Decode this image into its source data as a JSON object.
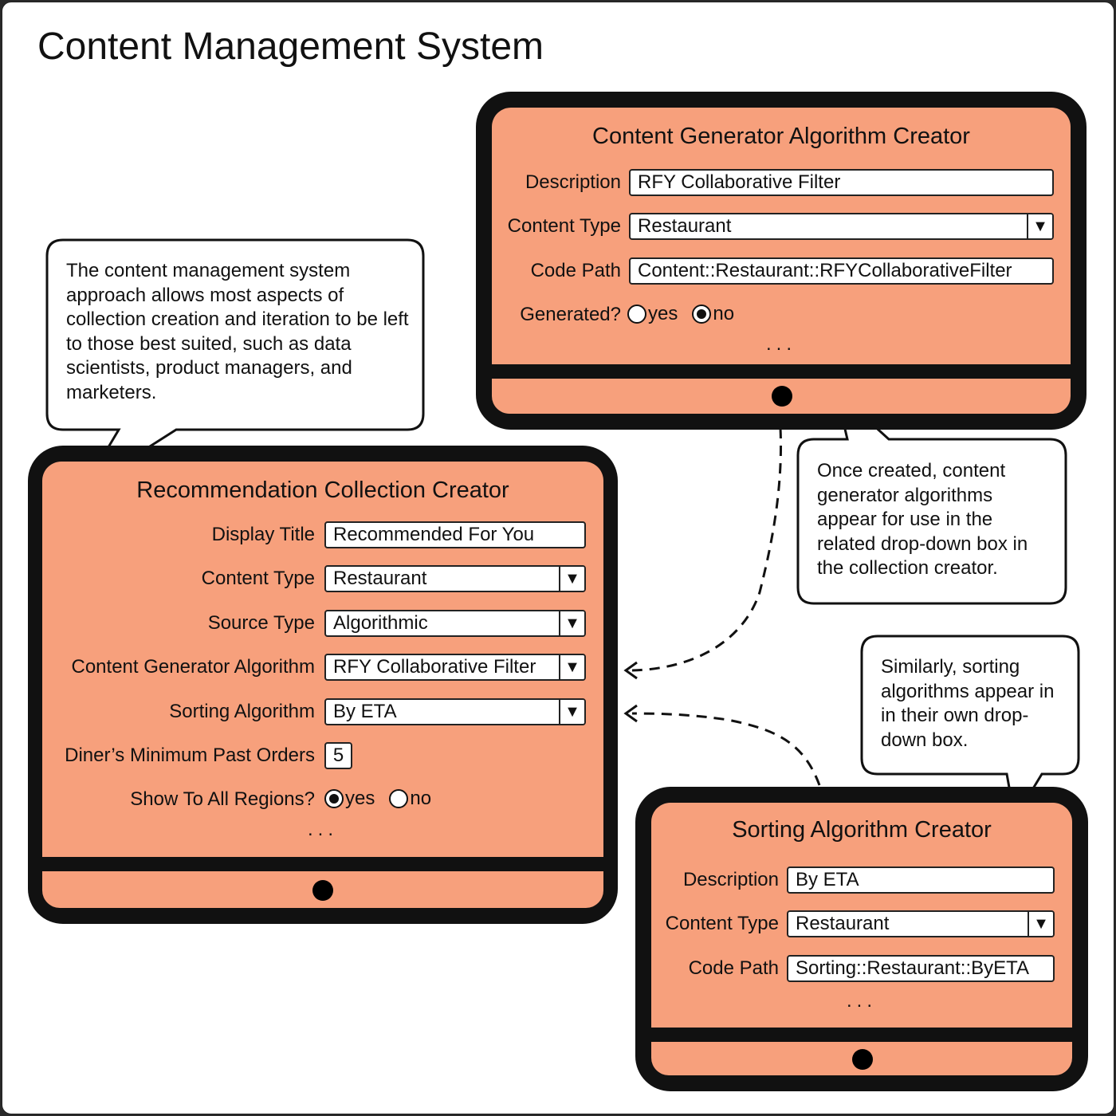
{
  "page": {
    "title": "Content Management System"
  },
  "generator_panel": {
    "title": "Content Generator Algorithm Creator",
    "description_label": "Description",
    "description_value": "RFY Collaborative Filter",
    "content_type_label": "Content Type",
    "content_type_value": "Restaurant",
    "code_path_label": "Code Path",
    "code_path_value": "Content::Restaurant::RFYCollaborativeFilter",
    "generated_label": "Generated?",
    "generated_options": [
      "yes",
      "no"
    ],
    "generated_selected": "no",
    "ellipsis": "..."
  },
  "collection_panel": {
    "title": "Recommendation Collection Creator",
    "display_title_label": "Display Title",
    "display_title_value": "Recommended For You",
    "content_type_label": "Content Type",
    "content_type_value": "Restaurant",
    "source_type_label": "Source Type",
    "source_type_value": "Algorithmic",
    "generator_label": "Content Generator Algorithm",
    "generator_value": "RFY Collaborative Filter",
    "sorting_label": "Sorting Algorithm",
    "sorting_value": "By ETA",
    "min_orders_label": "Diner’s Minimum Past Orders",
    "min_orders_value": "5",
    "all_regions_label": "Show To All Regions?",
    "all_regions_options": [
      "yes",
      "no"
    ],
    "all_regions_selected": "yes",
    "ellipsis": "..."
  },
  "sorting_panel": {
    "title": "Sorting Algorithm Creator",
    "description_label": "Description",
    "description_value": "By ETA",
    "content_type_label": "Content Type",
    "content_type_value": "Restaurant",
    "code_path_label": "Code Path",
    "code_path_value": "Sorting::Restaurant::ByETA",
    "ellipsis": "..."
  },
  "callouts": {
    "cms": "The content management system approach allows most aspects of collection creation and iteration to be left to those best suited, such as data scientists, product managers, and marketers.",
    "generators": "Once created, content generator algorithms appear for use in the related drop-down box in the collection creator.",
    "sorting": "Similarly, sorting algorithms appear in in their own drop-down box."
  },
  "icons": {
    "dropdown": "▼"
  },
  "colors": {
    "screen": "#f7a07c",
    "frame": "#111111",
    "bubble": "#ffffff"
  }
}
